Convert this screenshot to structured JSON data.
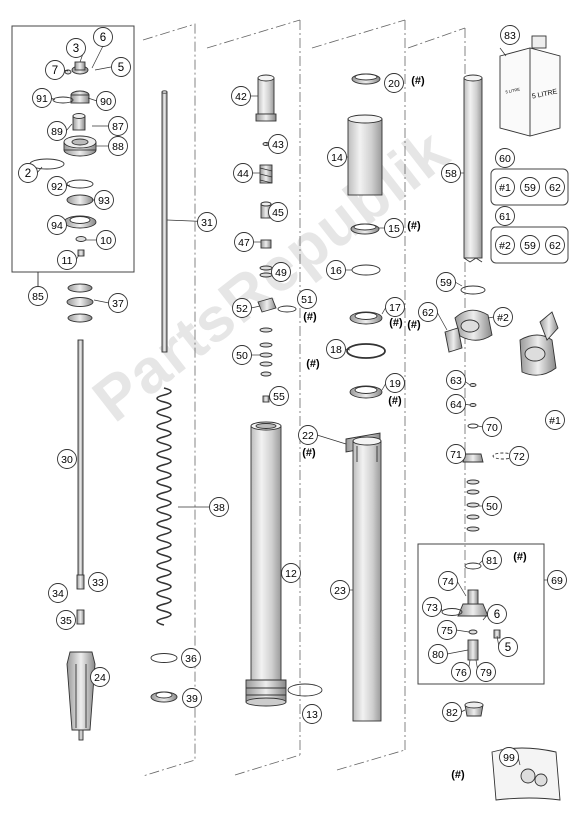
{
  "watermark": "PartsRepublik",
  "can_label": "5 LITRE",
  "can_label_small": "5 LITRE",
  "callouts": [
    {
      "n": "3"
    },
    {
      "n": "6"
    },
    {
      "n": "7"
    },
    {
      "n": "5"
    },
    {
      "n": "91"
    },
    {
      "n": "90"
    },
    {
      "n": "87"
    },
    {
      "n": "89"
    },
    {
      "n": "88"
    },
    {
      "n": "2"
    },
    {
      "n": "92"
    },
    {
      "n": "93"
    },
    {
      "n": "94"
    },
    {
      "n": "10"
    },
    {
      "n": "11"
    },
    {
      "n": "85"
    },
    {
      "n": "37"
    },
    {
      "n": "30"
    },
    {
      "n": "34"
    },
    {
      "n": "33"
    },
    {
      "n": "35"
    },
    {
      "n": "24"
    },
    {
      "n": "31"
    },
    {
      "n": "38"
    },
    {
      "n": "36"
    },
    {
      "n": "39"
    },
    {
      "n": "42"
    },
    {
      "n": "43"
    },
    {
      "n": "44"
    },
    {
      "n": "45"
    },
    {
      "n": "47"
    },
    {
      "n": "49"
    },
    {
      "n": "52"
    },
    {
      "n": "51"
    },
    {
      "n": "50"
    },
    {
      "n": "55"
    },
    {
      "n": "12"
    },
    {
      "n": "13"
    },
    {
      "n": "20"
    },
    {
      "n": "14"
    },
    {
      "n": "15"
    },
    {
      "n": "16"
    },
    {
      "n": "17"
    },
    {
      "n": "18"
    },
    {
      "n": "19"
    },
    {
      "n": "22"
    },
    {
      "n": "23"
    },
    {
      "n": "58"
    },
    {
      "n": "62"
    },
    {
      "n": "59"
    },
    {
      "n": "#2"
    },
    {
      "n": "#1"
    },
    {
      "n": "63"
    },
    {
      "n": "64"
    },
    {
      "n": "70"
    },
    {
      "n": "71"
    },
    {
      "n": "72"
    },
    {
      "n": "50"
    },
    {
      "n": "81"
    },
    {
      "n": "69"
    },
    {
      "n": "74"
    },
    {
      "n": "73"
    },
    {
      "n": "6"
    },
    {
      "n": "75"
    },
    {
      "n": "5"
    },
    {
      "n": "80"
    },
    {
      "n": "76"
    },
    {
      "n": "79"
    },
    {
      "n": "82"
    },
    {
      "n": "99"
    },
    {
      "n": "83"
    },
    {
      "n": "60"
    },
    {
      "n": "61"
    }
  ],
  "box60": [
    "#1",
    "59",
    "62"
  ],
  "box61": [
    "#2",
    "59",
    "62"
  ],
  "hash_notes": [
    {
      "text": "(#)"
    },
    {
      "text": "(#)"
    },
    {
      "text": "(#)"
    },
    {
      "text": "(#)"
    },
    {
      "text": "(#)"
    },
    {
      "text": "(#)"
    },
    {
      "text": "(#)"
    },
    {
      "text": "(#)"
    },
    {
      "text": "(#)"
    },
    {
      "text": "(#)"
    }
  ]
}
